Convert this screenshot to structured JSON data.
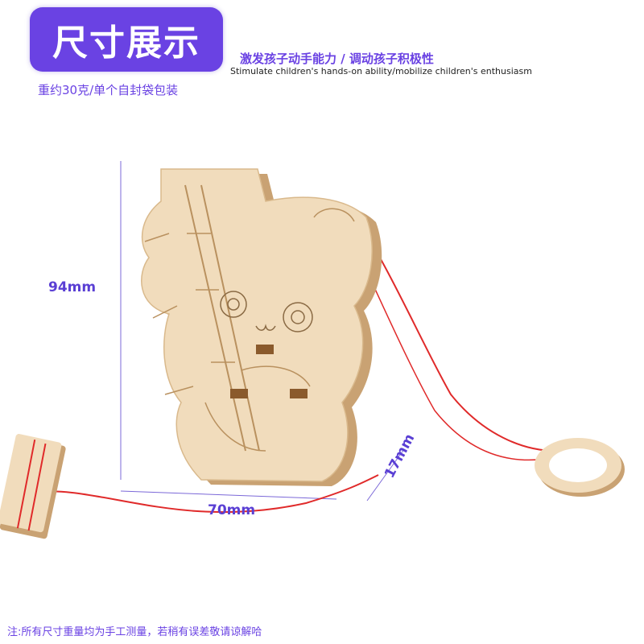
{
  "header": {
    "title": "尺寸展示",
    "slogan_cn": "激发孩子动手能力 / 调动孩子积极性",
    "slogan_en": "Stimulate children's hands-on ability/mobilize children's enthusiasm",
    "weight_info": "重约30克/单个自封袋包装"
  },
  "dimensions": {
    "height": "94mm",
    "width": "70mm",
    "depth": "17mm"
  },
  "footer": {
    "note": "注:所有尺寸重量均为手工测量，若稍有误差敬请谅解哈"
  },
  "colors": {
    "accent": "#6a42e3",
    "wood": "#f1dcbc",
    "wood_edge": "#c9a273",
    "string": "#e02a2a"
  }
}
